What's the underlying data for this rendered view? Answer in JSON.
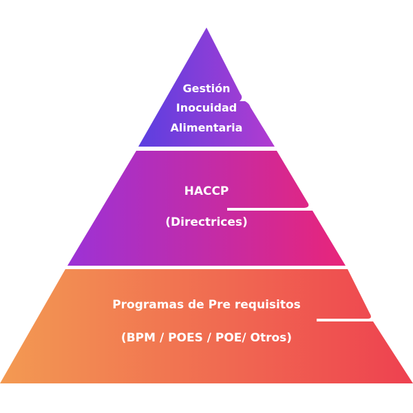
{
  "diagram": {
    "levels": [
      {
        "lines": [
          "Gestión",
          "Inocuidad",
          "Alimentaria"
        ],
        "gradient": [
          "#5B3FE0",
          "#B23CD0"
        ]
      },
      {
        "lines": [
          "HACCP",
          "(Directrices)"
        ],
        "gradient": [
          "#9C32D6",
          "#E8257A"
        ]
      },
      {
        "lines": [
          "Programas de Pre requisitos",
          "(BPM / POES / POE/ Otros)"
        ],
        "gradient": [
          "#F39A52",
          "#EE4150"
        ]
      }
    ]
  }
}
